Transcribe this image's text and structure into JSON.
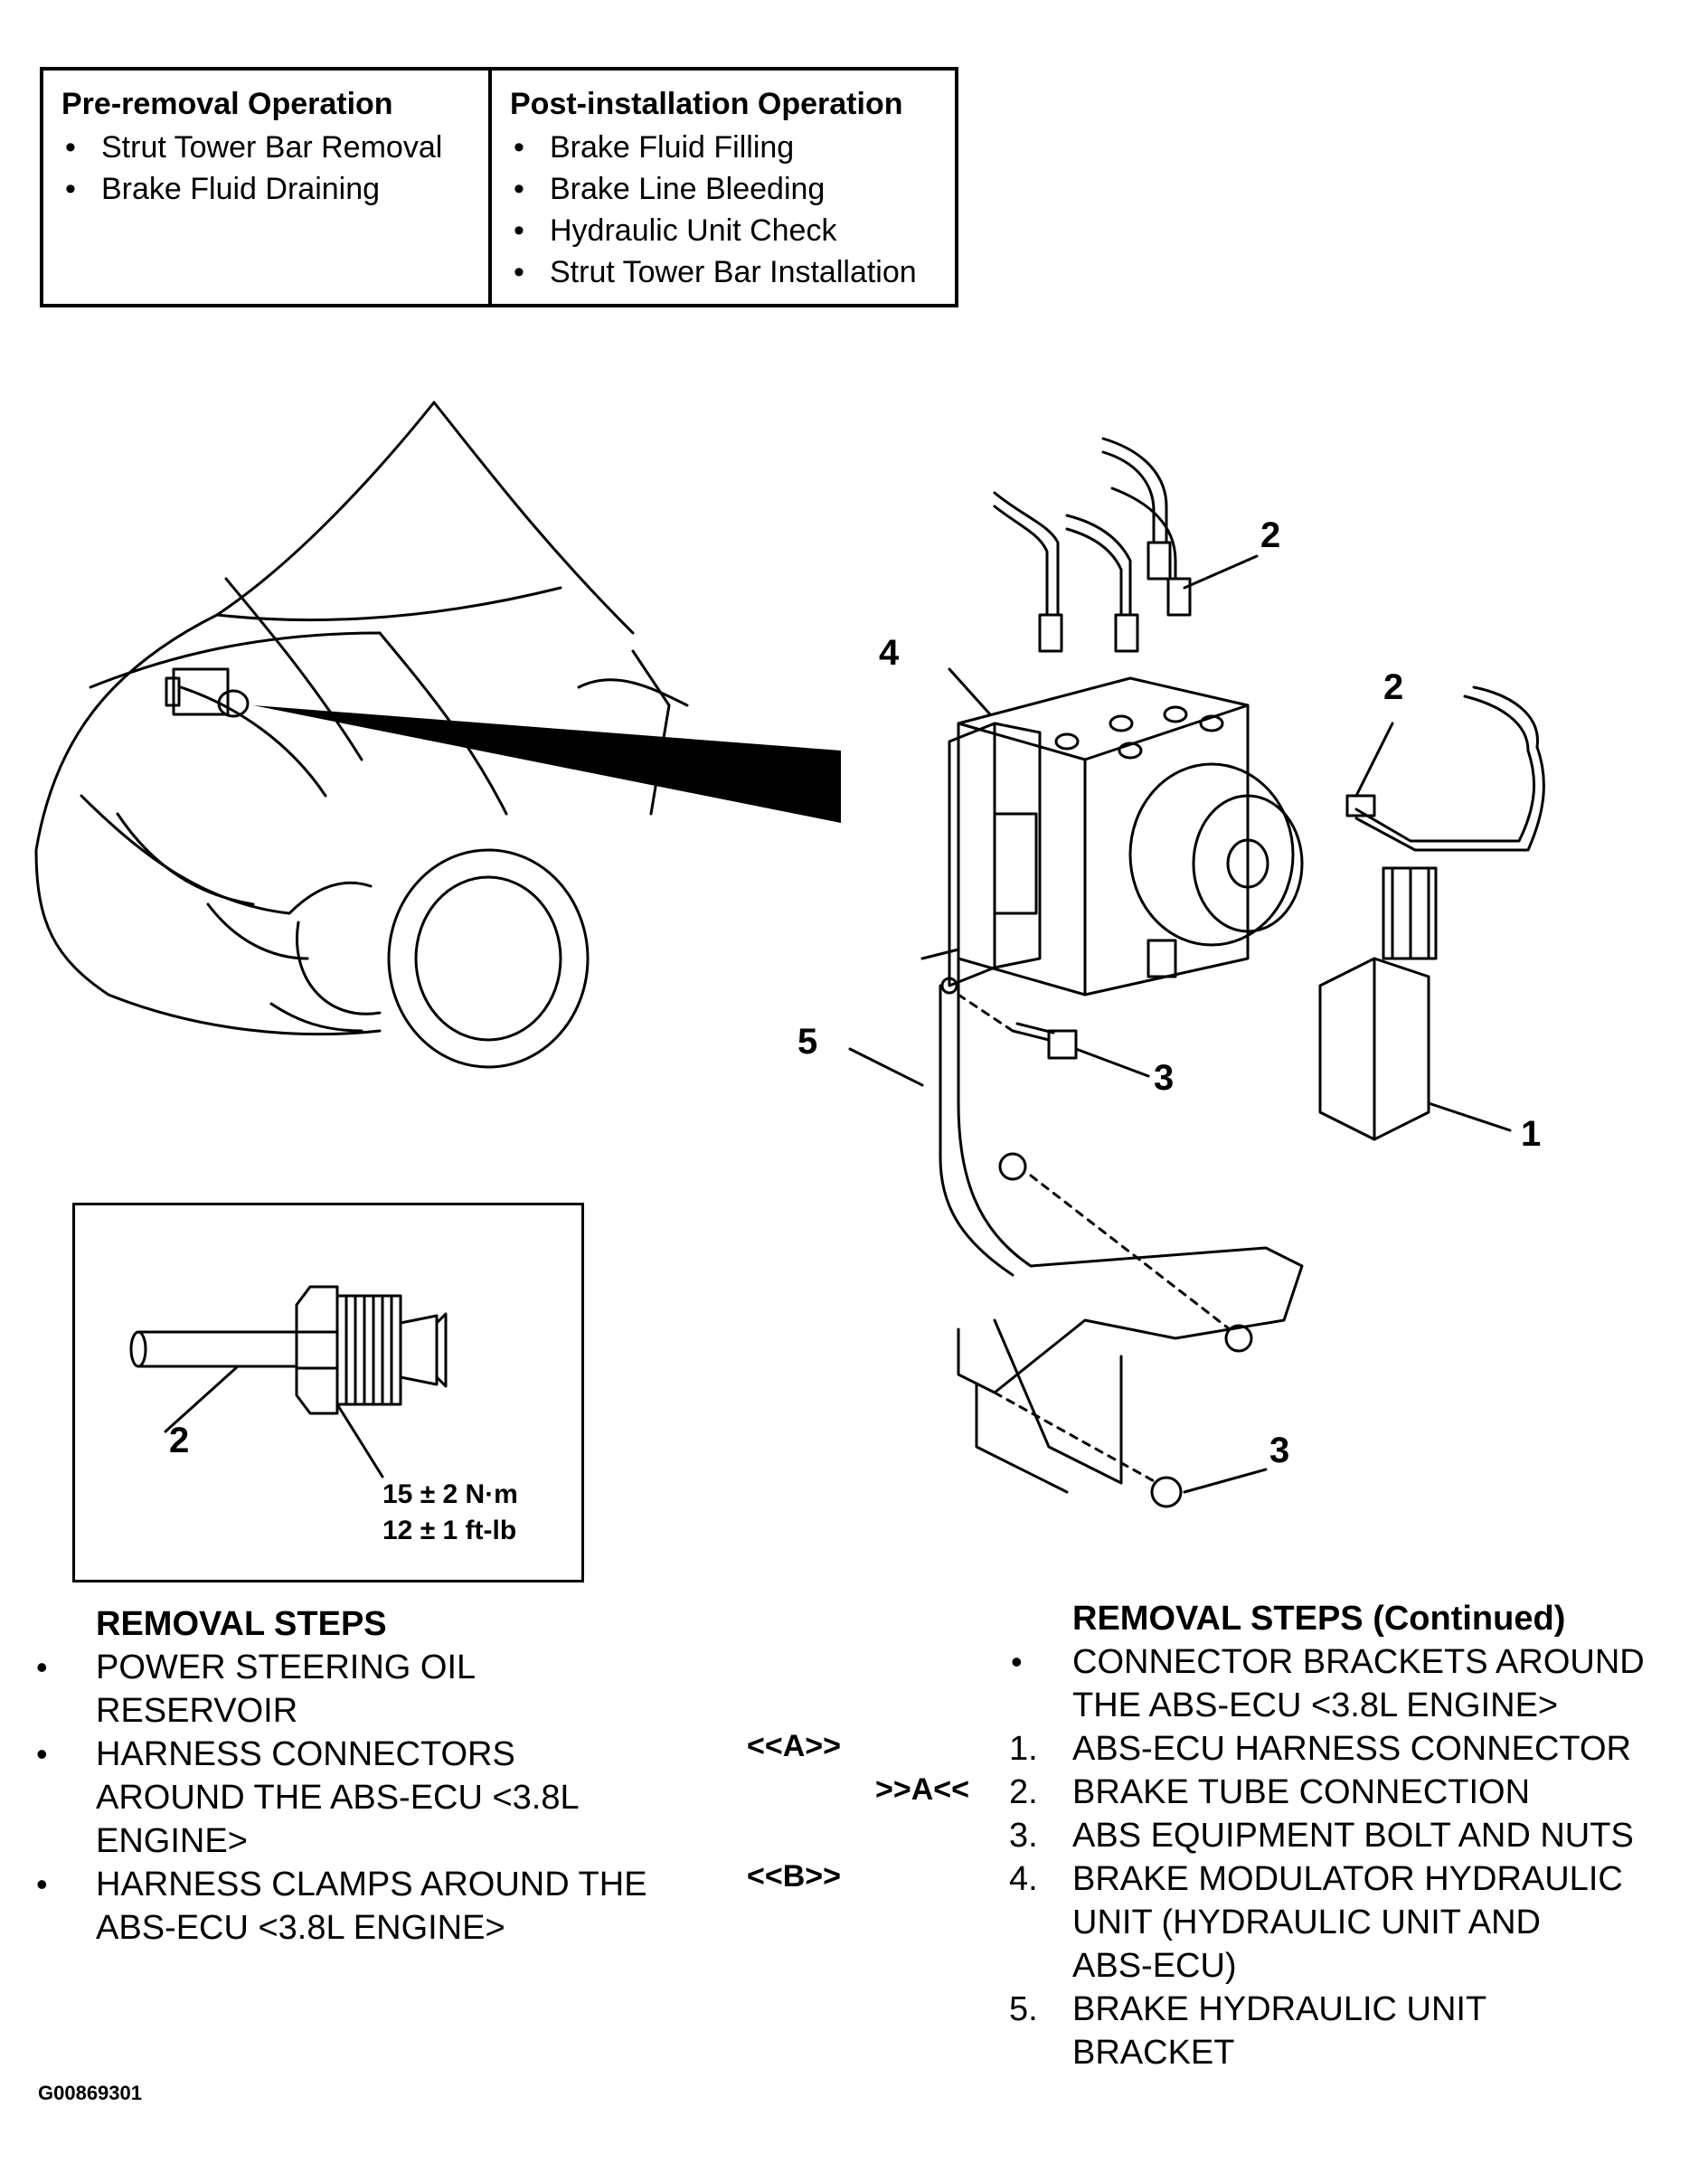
{
  "pre_removal": {
    "title": "Pre-removal Operation",
    "items": [
      "Strut Tower Bar Removal",
      "Brake Fluid Draining"
    ]
  },
  "post_installation": {
    "title": "Post-installation Operation",
    "items": [
      "Brake Fluid Filling",
      "Brake Line Bleeding",
      "Hydraulic Unit Check",
      "Strut Tower Bar Installation"
    ]
  },
  "callouts": {
    "c1": "1",
    "c2a": "2",
    "c2b": "2",
    "c3a": "3",
    "c3b": "3",
    "c4": "4",
    "c5": "5",
    "inset_2": "2"
  },
  "torque": {
    "nm": "15 ± 2 N·m",
    "ftlb": "12 ± 1 ft-lb"
  },
  "removal_steps": {
    "heading": "REMOVAL STEPS",
    "items": [
      {
        "l1": "POWER STEERING OIL",
        "l2": "RESERVOIR"
      },
      {
        "l1": "HARNESS CONNECTORS",
        "l2": "AROUND THE ABS-ECU <3.8L",
        "l3": "ENGINE>"
      },
      {
        "l1": "HARNESS CLAMPS AROUND THE",
        "l2": "ABS-ECU <3.8L ENGINE>"
      }
    ]
  },
  "removal_steps_cont": {
    "heading": "REMOVAL STEPS (Continued)",
    "bullet_item": {
      "l1": "CONNECTOR BRACKETS AROUND",
      "l2": "THE ABS-ECU <3.8L ENGINE>"
    },
    "numbered": [
      {
        "num": "1.",
        "marker": "<<A>>",
        "l1": "ABS-ECU HARNESS CONNECTOR"
      },
      {
        "num": "2.",
        "marker": ">>A<<",
        "l1": "BRAKE TUBE CONNECTION"
      },
      {
        "num": "3.",
        "l1": "ABS EQUIPMENT BOLT AND NUTS"
      },
      {
        "num": "4.",
        "marker": "<<B>>",
        "l1": "BRAKE MODULATOR HYDRAULIC",
        "l2": "UNIT (HYDRAULIC UNIT AND",
        "l3": "ABS-ECU)"
      },
      {
        "num": "5.",
        "l1": "BRAKE HYDRAULIC UNIT",
        "l2": "BRACKET"
      }
    ]
  },
  "figure_id": "G00869301"
}
